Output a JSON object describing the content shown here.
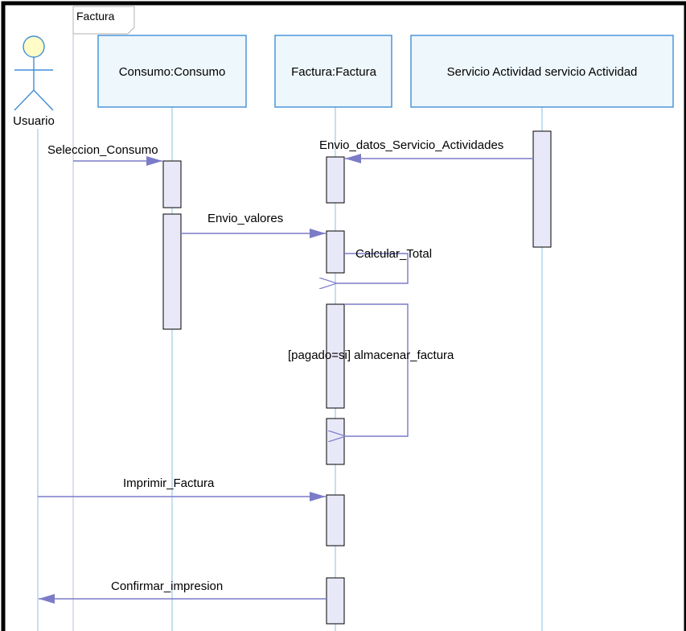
{
  "colors": {
    "frame_border": "#000000",
    "lifeline": "#9dcbe6",
    "header_fill": "#eef7fc",
    "header_border": "#3f8ed7",
    "activation_fill": "#e8e8f8",
    "activation_border": "#000000",
    "message": "#7b7bc8",
    "actor_fill": "#fffcc8",
    "actor_stroke": "#3f8ed7",
    "frame_tab_border": "#b0b0b0"
  },
  "frame": {
    "label": "Factura"
  },
  "actor": {
    "label": "Usuario",
    "icon": "stick-figure-icon"
  },
  "lifelines": [
    {
      "label": "Consumo:Consumo"
    },
    {
      "label": "Factura:Factura"
    },
    {
      "label": "Servicio Actividad servicio Actividad"
    }
  ],
  "messages": [
    {
      "label": "Seleccion_Consumo"
    },
    {
      "label": "Envio_datos_Servicio_Actividades"
    },
    {
      "label": "Envio_valores"
    },
    {
      "label": "Calcular_Total"
    },
    {
      "label": "[pagado=si] almacenar_factura"
    },
    {
      "label": "Imprimir_Factura"
    },
    {
      "label": "Confirmar_impresion"
    }
  ]
}
